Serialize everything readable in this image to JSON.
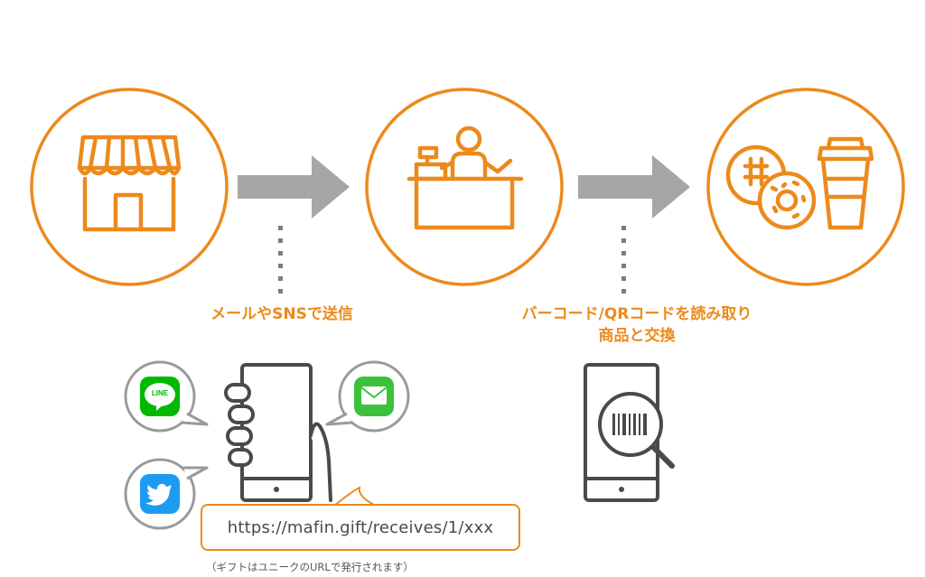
{
  "steps": {
    "send_label": "メールやSNSで送信",
    "exchange_line1": "バーコード/QRコードを読み取り",
    "exchange_line2": "商品と交換"
  },
  "url": {
    "text": "https://mafin.gift/receives/1/xxx",
    "note": "（ギフトはユニークのURLで発行されます）"
  },
  "icons": {
    "line_logo_text": "LINE"
  },
  "colors": {
    "accent": "#ec8a1c",
    "arrow": "#a6a6a6",
    "dark": "#4a4a4a",
    "line_green": "#00b900",
    "twitter_blue": "#1d9bf0",
    "mail_green": "#3cc13b"
  }
}
